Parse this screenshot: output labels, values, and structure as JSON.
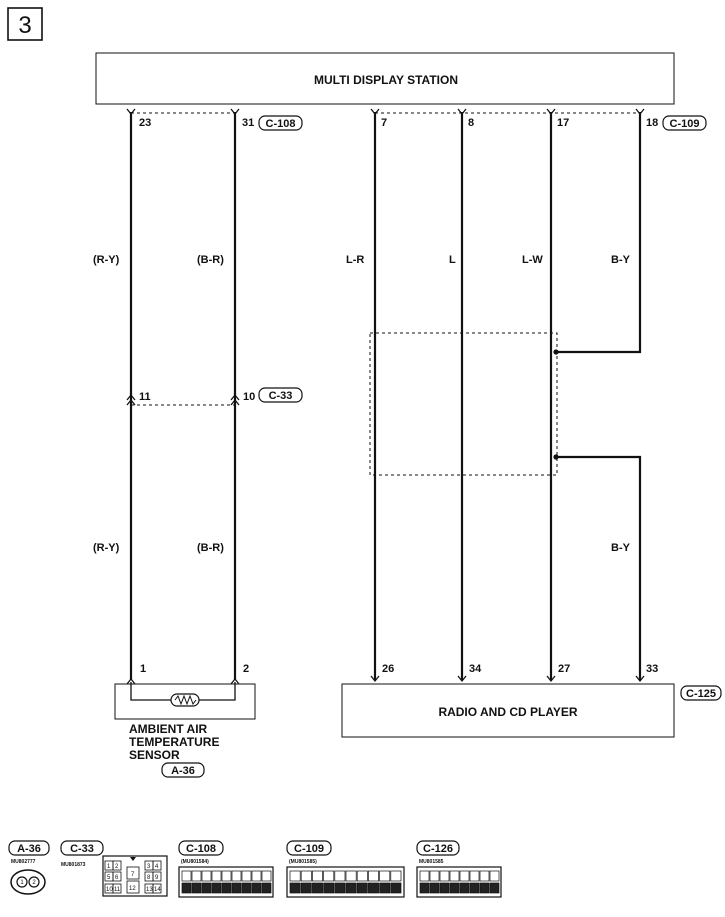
{
  "page_number": "3",
  "components": {
    "multi_display": "MULTI DISPLAY STATION",
    "radio": "RADIO AND CD PLAYER",
    "sensor_lines": [
      "AMBIENT AIR",
      "TEMPERATURE",
      "SENSOR"
    ]
  },
  "connectors": {
    "c108": "C-108",
    "c109": "C-109",
    "c33": "C-33",
    "c125": "C-125",
    "a36": "A-36"
  },
  "pins": {
    "mds": [
      "23",
      "31",
      "7",
      "8",
      "17",
      "18"
    ],
    "mid": [
      "11",
      "10"
    ],
    "sensor": [
      "1",
      "2"
    ],
    "radio": [
      "26",
      "34",
      "27",
      "33"
    ]
  },
  "wires": {
    "ry_top": "(R-Y)",
    "br_top": "(B-R)",
    "lr": "L-R",
    "l": "L",
    "lw": "L-W",
    "by_top": "B-Y",
    "ry_bot": "(R-Y)",
    "br_bot": "(B-R)",
    "by_bot": "B-Y"
  },
  "legend": [
    {
      "ref": "A-36",
      "part": "MU802777"
    },
    {
      "ref": "C-33",
      "part": "MU801873"
    },
    {
      "ref": "C-108",
      "part": "(MU801584)"
    },
    {
      "ref": "C-109",
      "part": "(MU801585)"
    },
    {
      "ref": "C-126",
      "part": "MU801585"
    }
  ]
}
